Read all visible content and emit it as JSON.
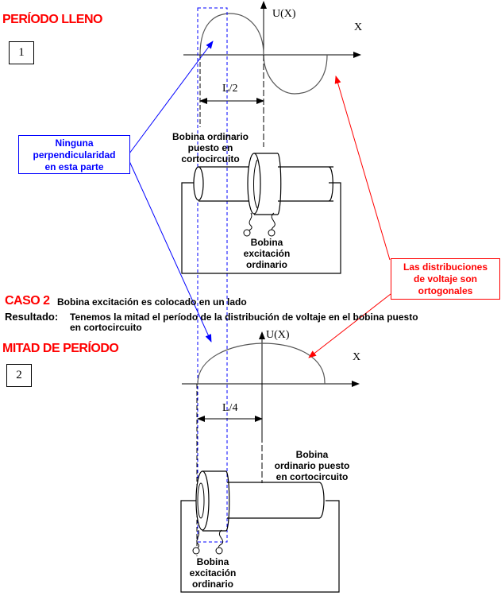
{
  "section1": {
    "title": "PERÍODO LLENO",
    "number": "1",
    "axis_y_label": "U(X)",
    "axis_x_label": "X",
    "dimension_label": "L/2",
    "coil_label_line1": "Bobina ordinario",
    "coil_label_line2": "puesto en",
    "coil_label_line3": "cortocircuito",
    "exciter_label_line1": "Bobina",
    "exciter_label_line2": "excitación",
    "exciter_label_line3": "ordinario"
  },
  "callouts": {
    "blue": {
      "line1": "Ninguna",
      "line2": "perpendicularidad",
      "line3": "en esta parte",
      "color": "#0000ff"
    },
    "red": {
      "line1": "Las distribuciones",
      "line2": "de voltaje son",
      "line3": "ortogonales",
      "color": "#ff0000"
    }
  },
  "case": {
    "label": "CASO 2",
    "description": "Bobina excitación es colocado en un lado",
    "result_label": "Resultado:",
    "result_line1": "Tenemos la mitad el período de la distribución de voltaje en el bobina puesto",
    "result_line2": "en cortocircuito"
  },
  "section2": {
    "title": "MITAD DE PERÍODO",
    "number": "2",
    "axis_y_label": "U(X)",
    "axis_x_label": "X",
    "dimension_label": "L/4",
    "coil_label_line1": "Bobina",
    "coil_label_line2": "ordinario puesto",
    "coil_label_line3": "en cortocircuito",
    "exciter_label_line1": "Bobina",
    "exciter_label_line2": "excitación",
    "exciter_label_line3": "ordinario"
  },
  "colors": {
    "title_red": "#ff0000",
    "callout_blue": "#0000ff",
    "curve_gray": "#555555"
  }
}
